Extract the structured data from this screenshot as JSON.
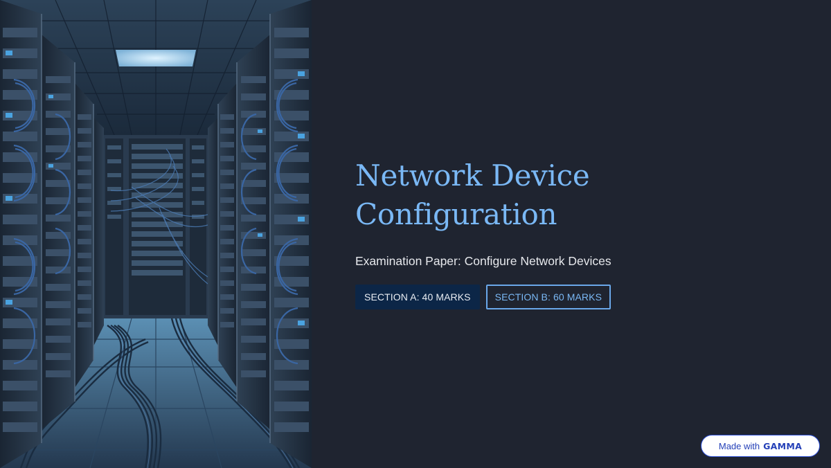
{
  "slide": {
    "image": {
      "description": "Server room corridor with network racks and blue cables",
      "icon": "server-room-illustration"
    },
    "title_line1": "Network Device",
    "title_line2": "Configuration",
    "subtitle": "Examination Paper: Configure Network Devices",
    "badges": [
      {
        "label": "SECTION A: 40 MARKS",
        "style": "filled"
      },
      {
        "label": "SECTION B: 60 MARKS",
        "style": "outlined"
      }
    ]
  },
  "watermark": {
    "prefix": "Made with",
    "brand": "GAMMA"
  },
  "colors": {
    "background": "#1f2430",
    "title": "#7ab8f5",
    "subtitle": "#e6e8ec",
    "badge_filled_bg": "#0c2647",
    "badge_outline": "#6aa8ea",
    "watermark_text": "#2440b8"
  }
}
